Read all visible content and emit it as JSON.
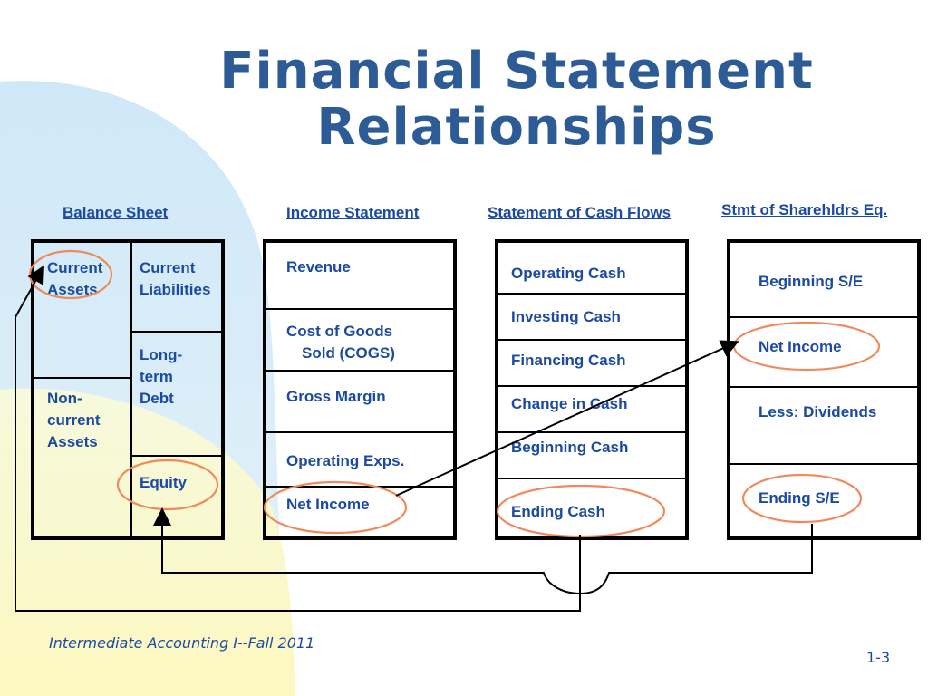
{
  "title": {
    "line1": "Financial Statement",
    "line2": "Relationships"
  },
  "headings": {
    "balance_sheet": "Balance Sheet",
    "income_statement": "Income Statement",
    "cash_flows": "Statement of Cash Flows",
    "shareholders_equity": "Stmt of Sharehldrs Eq."
  },
  "balance_sheet": {
    "current_assets": [
      "Current",
      "Assets"
    ],
    "current_liabilities": [
      "Current",
      "Liabilities"
    ],
    "long_term_debt": [
      "Long-",
      "term",
      "Debt"
    ],
    "noncurrent_assets": [
      "Non-",
      "current",
      "Assets"
    ],
    "equity": "Equity"
  },
  "income_statement": {
    "revenue": "Revenue",
    "cogs": [
      "Cost of Goods",
      "Sold (COGS)"
    ],
    "gross_margin": "Gross Margin",
    "operating_exps": "Operating Exps.",
    "net_income": "Net Income"
  },
  "cash_flows": {
    "operating": "Operating Cash",
    "investing": "Investing Cash",
    "financing": "Financing Cash",
    "change": "Change in Cash",
    "beginning": "Beginning Cash",
    "ending": "Ending Cash"
  },
  "shareholders_equity": {
    "beginning": "Beginning S/E",
    "net_income": "Net Income",
    "dividends": "Less: Dividends",
    "ending": "Ending S/E"
  },
  "footer": {
    "course": "Intermediate Accounting I--Fall 2011",
    "page": "1-3"
  },
  "colors": {
    "title": "#2c5b96",
    "text": "#1c4aa3",
    "highlight_oval": "#f08a5d",
    "bg_blue": "#cfe8f8",
    "bg_yellow": "#fbf8c8"
  }
}
